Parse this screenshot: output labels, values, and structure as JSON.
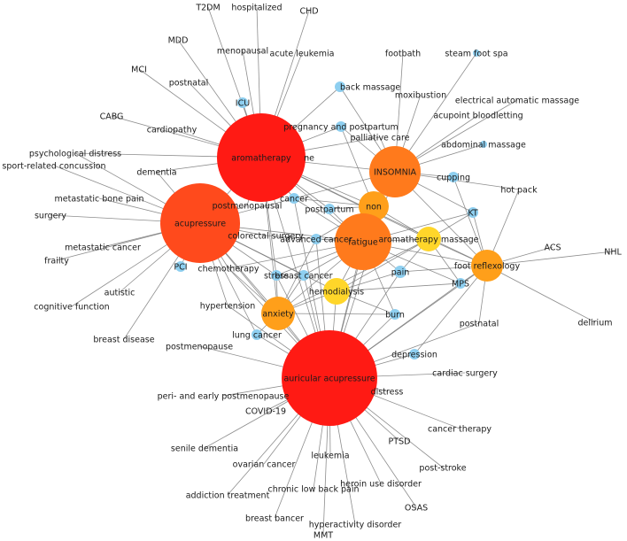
{
  "colors": {
    "background": "#ffffff",
    "edge": "#7a7a7a",
    "hub_red": "#ff1a14",
    "hub_orange_red": "#ff4a1c",
    "hub_orange": "#ff7a1c",
    "mid_orange": "#ff9f1a",
    "yellow": "#ffd62a",
    "small_blue": "#8ecff0",
    "label": "#1a1a1a"
  },
  "nodes": [
    {
      "id": "auricular_acupressure",
      "label": "auricular acupressure",
      "type": "hub-red"
    },
    {
      "id": "aromatherapy",
      "label": "aromatherapy",
      "type": "hub-red"
    },
    {
      "id": "acupressure",
      "label": "acupressure",
      "type": "hub-orange-red"
    },
    {
      "id": "fatigue",
      "label": "fatigue",
      "type": "hub-orange"
    },
    {
      "id": "insomnia",
      "label": "INSOMNIA",
      "type": "hub-orange"
    },
    {
      "id": "anxiety",
      "label": "anxiety",
      "type": "mid-orange"
    },
    {
      "id": "foot_reflexology",
      "label": "foot reflexology",
      "type": "mid-orange"
    },
    {
      "id": "non",
      "label": "non",
      "type": "mid-orange"
    },
    {
      "id": "massage",
      "label": "aromatherapy massage",
      "type": "yellow"
    },
    {
      "id": "hemodialysis",
      "label": "hemodialysis",
      "type": "yellow"
    },
    {
      "id": "icu",
      "label": "ICU",
      "type": "blue"
    },
    {
      "id": "back_massage",
      "label": "back massage",
      "type": "blue"
    },
    {
      "id": "pregnancy",
      "label": "pregnancy and postpartum",
      "type": "blue"
    },
    {
      "id": "cancer",
      "label": "cancer",
      "type": "blue"
    },
    {
      "id": "postpartum",
      "label": "postpartum",
      "type": "blue"
    },
    {
      "id": "advanced_cancer",
      "label": "advanced cancer",
      "type": "blue"
    },
    {
      "id": "breast_cancer",
      "label": "breast cancer",
      "type": "blue"
    },
    {
      "id": "stress",
      "label": "stress",
      "type": "blue"
    },
    {
      "id": "pain",
      "label": "pain",
      "type": "blue"
    },
    {
      "id": "mps",
      "label": "MPS",
      "type": "blue"
    },
    {
      "id": "kt",
      "label": "KT",
      "type": "blue"
    },
    {
      "id": "cupping",
      "label": "cupping",
      "type": "blue"
    },
    {
      "id": "pci",
      "label": "PCI",
      "type": "blue"
    },
    {
      "id": "lung_cancer",
      "label": "lung cancer",
      "type": "blue"
    },
    {
      "id": "burn",
      "label": "burn",
      "type": "blue"
    },
    {
      "id": "depression",
      "label": "depression",
      "type": "blue"
    },
    {
      "id": "steam_foot_spa",
      "label": "steam foot spa",
      "type": "blue"
    },
    {
      "id": "abdominal_massage",
      "label": "abdominal massage",
      "type": "blue"
    },
    {
      "id": "postmenopausal_a",
      "label": "postmenopausal",
      "type": "text"
    },
    {
      "id": "colorectal_surgery",
      "label": "colorectal surgery",
      "type": "text"
    },
    {
      "id": "chemotherapy",
      "label": "chemotherapy",
      "type": "text"
    },
    {
      "id": "hypertension",
      "label": "hypertension",
      "type": "text"
    },
    {
      "id": "postmenopause",
      "label": "postmenopause",
      "type": "text"
    },
    {
      "id": "peri_early",
      "label": "peri- and early postmenopause",
      "type": "text"
    },
    {
      "id": "covid",
      "label": "COVID-19",
      "type": "text"
    },
    {
      "id": "distress",
      "label": "distress",
      "type": "text"
    },
    {
      "id": "cardiac_surgery",
      "label": "cardiac surgery",
      "type": "text"
    },
    {
      "id": "postnatal_r",
      "label": "postnatal",
      "type": "text"
    },
    {
      "id": "cancer_therapy",
      "label": "cancer therapy",
      "type": "text"
    },
    {
      "id": "ptsd",
      "label": "PTSD",
      "type": "text"
    },
    {
      "id": "post_stroke",
      "label": "post-stroke",
      "type": "text"
    },
    {
      "id": "osas",
      "label": "OSAS",
      "type": "text"
    },
    {
      "id": "heroin",
      "label": "heroin use disorder",
      "type": "text"
    },
    {
      "id": "hyperactivity",
      "label": "hyperactivity disorder",
      "type": "text"
    },
    {
      "id": "mmt",
      "label": "MMT",
      "type": "text"
    },
    {
      "id": "leukemia",
      "label": "leukemia",
      "type": "text"
    },
    {
      "id": "chronic_low_back_pain",
      "label": "chronic low back pain",
      "type": "text"
    },
    {
      "id": "breast_bancer",
      "label": "breast bancer",
      "type": "text"
    },
    {
      "id": "addiction",
      "label": "addiction treatment",
      "type": "text"
    },
    {
      "id": "ovarian",
      "label": "ovarian cancer",
      "type": "text"
    },
    {
      "id": "senile",
      "label": "senile dementia",
      "type": "text"
    },
    {
      "id": "breast_disease",
      "label": "breast disease",
      "type": "text"
    },
    {
      "id": "cognitive",
      "label": "cognitive function",
      "type": "text"
    },
    {
      "id": "autistic",
      "label": "autistic",
      "type": "text"
    },
    {
      "id": "frailty",
      "label": "frailty",
      "type": "text"
    },
    {
      "id": "metastatic_cancer",
      "label": "metastatic cancer",
      "type": "text"
    },
    {
      "id": "surgery",
      "label": "surgery",
      "type": "text"
    },
    {
      "id": "metastatic_bone",
      "label": "metastatic bone pain",
      "type": "text"
    },
    {
      "id": "sport",
      "label": "sport-related concussion",
      "type": "text"
    },
    {
      "id": "psych",
      "label": "psychological distress",
      "type": "text"
    },
    {
      "id": "cabg",
      "label": "CABG",
      "type": "text"
    },
    {
      "id": "dementia",
      "label": "dementia",
      "type": "text"
    },
    {
      "id": "cardiopathy",
      "label": "cardiopathy",
      "type": "text"
    },
    {
      "id": "mci",
      "label": "MCI",
      "type": "text"
    },
    {
      "id": "mdd",
      "label": "MDD",
      "type": "text"
    },
    {
      "id": "postnatal_l",
      "label": "postnatal",
      "type": "text"
    },
    {
      "id": "t2dm",
      "label": "T2DM",
      "type": "text"
    },
    {
      "id": "hospitalized",
      "label": "hospitalized",
      "type": "text"
    },
    {
      "id": "chd",
      "label": "CHD",
      "type": "text"
    },
    {
      "id": "menopausal",
      "label": "menopausal",
      "type": "text"
    },
    {
      "id": "acute_leukemia",
      "label": "acute leukemia",
      "type": "text"
    },
    {
      "id": "footbath",
      "label": "footbath",
      "type": "text"
    },
    {
      "id": "moxibustion",
      "label": "moxibustion",
      "type": "text"
    },
    {
      "id": "electrical",
      "label": "electrical automatic massage",
      "type": "text"
    },
    {
      "id": "acupoint",
      "label": "acupoint bloodletting",
      "type": "text"
    },
    {
      "id": "palliative",
      "label": "palliative care",
      "type": "text"
    },
    {
      "id": "hot_pack",
      "label": "hot pack",
      "type": "text"
    },
    {
      "id": "acs",
      "label": "ACS",
      "type": "text"
    },
    {
      "id": "nhl",
      "label": "NHL",
      "type": "text"
    },
    {
      "id": "delirium",
      "label": "delirium",
      "type": "text"
    },
    {
      "id": "ne",
      "label": "ne",
      "type": "text"
    }
  ],
  "edges": [
    [
      "aromatherapy",
      "acupressure"
    ],
    [
      "aromatherapy",
      "auricular_acupressure"
    ],
    [
      "aromatherapy",
      "fatigue"
    ],
    [
      "aromatherapy",
      "insomnia"
    ],
    [
      "aromatherapy",
      "anxiety"
    ],
    [
      "aromatherapy",
      "icu"
    ],
    [
      "aromatherapy",
      "back_massage"
    ],
    [
      "aromatherapy",
      "pregnancy"
    ],
    [
      "aromatherapy",
      "palliative"
    ],
    [
      "aromatherapy",
      "cardiopathy"
    ],
    [
      "aromatherapy",
      "dementia"
    ],
    [
      "aromatherapy",
      "postnatal_l"
    ],
    [
      "aromatherapy",
      "menopausal"
    ],
    [
      "aromatherapy",
      "acute_leukemia"
    ],
    [
      "aromatherapy",
      "hospitalized"
    ],
    [
      "aromatherapy",
      "t2dm"
    ],
    [
      "aromatherapy",
      "chd"
    ],
    [
      "aromatherapy",
      "mdd"
    ],
    [
      "aromatherapy",
      "mci"
    ],
    [
      "aromatherapy",
      "cabg"
    ],
    [
      "aromatherapy",
      "psych"
    ],
    [
      "aromatherapy",
      "cancer"
    ],
    [
      "aromatherapy",
      "postpartum"
    ],
    [
      "aromatherapy",
      "massage"
    ],
    [
      "aromatherapy",
      "non"
    ],
    [
      "aromatherapy",
      "ne"
    ],
    [
      "aromatherapy",
      "postmenopausal_a"
    ],
    [
      "aromatherapy",
      "foot_reflexology"
    ],
    [
      "aromatherapy",
      "stress"
    ],
    [
      "acupressure",
      "auricular_acupressure"
    ],
    [
      "acupressure",
      "fatigue"
    ],
    [
      "acupressure",
      "anxiety"
    ],
    [
      "acupressure",
      "sport"
    ],
    [
      "acupressure",
      "metastatic_bone"
    ],
    [
      "acupressure",
      "surgery"
    ],
    [
      "acupressure",
      "metastatic_cancer"
    ],
    [
      "acupressure",
      "frailty"
    ],
    [
      "acupressure",
      "autistic"
    ],
    [
      "acupressure",
      "cognitive"
    ],
    [
      "acupressure",
      "breast_disease"
    ],
    [
      "acupressure",
      "pci"
    ],
    [
      "acupressure",
      "chemotherapy"
    ],
    [
      "acupressure",
      "hypertension"
    ],
    [
      "acupressure",
      "colorectal_surgery"
    ],
    [
      "acupressure",
      "postmenopausal_a"
    ],
    [
      "acupressure",
      "breast_cancer"
    ],
    [
      "acupressure",
      "stress"
    ],
    [
      "acupressure",
      "insomnia"
    ],
    [
      "acupressure",
      "dementia"
    ],
    [
      "acupressure",
      "psych"
    ],
    [
      "acupressure",
      "hemodialysis"
    ],
    [
      "acupressure",
      "lung_cancer"
    ],
    [
      "auricular_acupressure",
      "fatigue"
    ],
    [
      "auricular_acupressure",
      "anxiety"
    ],
    [
      "auricular_acupressure",
      "insomnia"
    ],
    [
      "auricular_acupressure",
      "hemodialysis"
    ],
    [
      "auricular_acupressure",
      "pain"
    ],
    [
      "auricular_acupressure",
      "burn"
    ],
    [
      "auricular_acupressure",
      "depression"
    ],
    [
      "auricular_acupressure",
      "cardiac_surgery"
    ],
    [
      "auricular_acupressure",
      "distress"
    ],
    [
      "auricular_acupressure",
      "cancer_therapy"
    ],
    [
      "auricular_acupressure",
      "ptsd"
    ],
    [
      "auricular_acupressure",
      "post_stroke"
    ],
    [
      "auricular_acupressure",
      "osas"
    ],
    [
      "auricular_acupressure",
      "heroin"
    ],
    [
      "auricular_acupressure",
      "hyperactivity"
    ],
    [
      "auricular_acupressure",
      "mmt"
    ],
    [
      "auricular_acupressure",
      "leukemia"
    ],
    [
      "auricular_acupressure",
      "chronic_low_back_pain"
    ],
    [
      "auricular_acupressure",
      "breast_bancer"
    ],
    [
      "auricular_acupressure",
      "addiction"
    ],
    [
      "auricular_acupressure",
      "ovarian"
    ],
    [
      "auricular_acupressure",
      "senile"
    ],
    [
      "auricular_acupressure",
      "covid"
    ],
    [
      "auricular_acupressure",
      "peri_early"
    ],
    [
      "auricular_acupressure",
      "postmenopause"
    ],
    [
      "auricular_acupressure",
      "lung_cancer"
    ],
    [
      "auricular_acupressure",
      "breast_cancer"
    ],
    [
      "auricular_acupressure",
      "stress"
    ],
    [
      "auricular_acupressure",
      "mps"
    ],
    [
      "auricular_acupressure",
      "advanced_cancer"
    ],
    [
      "auricular_acupressure",
      "chemotherapy"
    ],
    [
      "auricular_acupressure",
      "hypertension"
    ],
    [
      "auricular_acupressure",
      "foot_reflexology"
    ],
    [
      "auricular_acupressure",
      "postnatal_r"
    ],
    [
      "auricular_acupressure",
      "cancer"
    ],
    [
      "auricular_acupressure",
      "non"
    ],
    [
      "insomnia",
      "footbath"
    ],
    [
      "insomnia",
      "moxibustion"
    ],
    [
      "insomnia",
      "steam_foot_spa"
    ],
    [
      "insomnia",
      "electrical"
    ],
    [
      "insomnia",
      "acupoint"
    ],
    [
      "insomnia",
      "abdominal_massage"
    ],
    [
      "insomnia",
      "cupping"
    ],
    [
      "insomnia",
      "hot_pack"
    ],
    [
      "insomnia",
      "palliative"
    ],
    [
      "insomnia",
      "back_massage"
    ],
    [
      "insomnia",
      "fatigue"
    ],
    [
      "insomnia",
      "non"
    ],
    [
      "insomnia",
      "foot_reflexology"
    ],
    [
      "insomnia",
      "pregnancy"
    ],
    [
      "insomnia",
      "kt"
    ],
    [
      "fatigue",
      "massage"
    ],
    [
      "fatigue",
      "non"
    ],
    [
      "fatigue",
      "advanced_cancer"
    ],
    [
      "fatigue",
      "hemodialysis"
    ],
    [
      "fatigue",
      "pain"
    ],
    [
      "fatigue",
      "anxiety"
    ],
    [
      "fatigue",
      "postpartum"
    ],
    [
      "fatigue",
      "cancer"
    ],
    [
      "fatigue",
      "breast_cancer"
    ],
    [
      "fatigue",
      "foot_reflexology"
    ],
    [
      "fatigue",
      "mps"
    ],
    [
      "fatigue",
      "burn"
    ],
    [
      "fatigue",
      "kt"
    ],
    [
      "fatigue",
      "stress"
    ],
    [
      "fatigue",
      "chemotherapy"
    ],
    [
      "fatigue",
      "colorectal_surgery"
    ],
    [
      "foot_reflexology",
      "acs"
    ],
    [
      "foot_reflexology",
      "nhl"
    ],
    [
      "foot_reflexology",
      "delirium"
    ],
    [
      "foot_reflexology",
      "hot_pack"
    ],
    [
      "foot_reflexology",
      "cupping"
    ],
    [
      "foot_reflexology",
      "massage"
    ],
    [
      "foot_reflexology",
      "pain"
    ],
    [
      "foot_reflexology",
      "mps"
    ],
    [
      "foot_reflexology",
      "depression"
    ],
    [
      "foot_reflexology",
      "postnatal_r"
    ],
    [
      "foot_reflexology",
      "kt"
    ],
    [
      "anxiety",
      "hemodialysis"
    ],
    [
      "anxiety",
      "stress"
    ],
    [
      "anxiety",
      "lung_cancer"
    ],
    [
      "anxiety",
      "chemotherapy"
    ],
    [
      "anxiety",
      "breast_cancer"
    ],
    [
      "anxiety",
      "burn"
    ],
    [
      "anxiety",
      "advanced_cancer"
    ],
    [
      "anxiety",
      "massage"
    ],
    [
      "massage",
      "pain"
    ],
    [
      "massage",
      "mps"
    ],
    [
      "massage",
      "kt"
    ],
    [
      "massage",
      "hemodialysis"
    ],
    [
      "massage",
      "non"
    ],
    [
      "hemodialysis",
      "pain"
    ],
    [
      "hemodialysis",
      "burn"
    ],
    [
      "hemodialysis",
      "mps"
    ],
    [
      "non",
      "postpartum"
    ],
    [
      "non",
      "cancer"
    ],
    [
      "non",
      "advanced_cancer"
    ],
    [
      "non",
      "pregnancy"
    ]
  ]
}
